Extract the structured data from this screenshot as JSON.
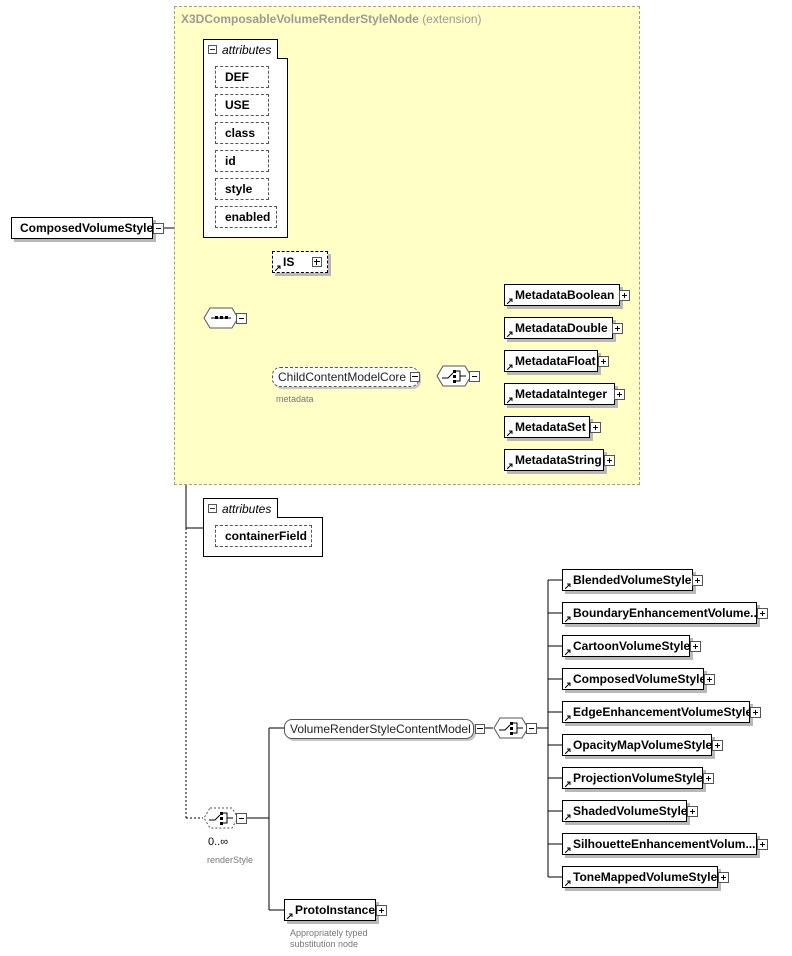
{
  "diagram": {
    "root": {
      "name": "ComposedVolumeStyle"
    },
    "extension": {
      "base": "X3DComposableVolumeRenderStyleNode",
      "note": "(extension)",
      "attributes_label": "attributes",
      "attributes": [
        "DEF",
        "USE",
        "class",
        "id",
        "style",
        "enabled"
      ],
      "sequence_compositor": "sequence-compositor-icon",
      "is_element": {
        "name": "IS"
      },
      "child_group": {
        "name": "ChildContentModelCore",
        "caption": "metadata"
      },
      "metadata_choice_compositor": "choice-compositor-icon",
      "metadata_nodes": [
        "MetadataBoolean",
        "MetadataDouble",
        "MetadataFloat",
        "MetadataInteger",
        "MetadataSet",
        "MetadataString"
      ]
    },
    "own_attributes": {
      "label": "attributes",
      "items": [
        "containerField"
      ]
    },
    "render_style": {
      "occurrence": "0..∞",
      "caption": "renderStyle",
      "group": {
        "name": "VolumeRenderStyleContentModel"
      },
      "styles": [
        "BlendedVolumeStyle",
        "BoundaryEnhancementVolume...",
        "CartoonVolumeStyle",
        "ComposedVolumeStyle",
        "EdgeEnhancementVolumeStyle",
        "OpacityMapVolumeStyle",
        "ProjectionVolumeStyle",
        "ShadedVolumeStyle",
        "SilhouetteEnhancementVolum...",
        "ToneMappedVolumeStyle"
      ],
      "proto": {
        "name": "ProtoInstance",
        "caption_line1": "Appropriately typed",
        "caption_line2": "substitution node"
      }
    }
  }
}
